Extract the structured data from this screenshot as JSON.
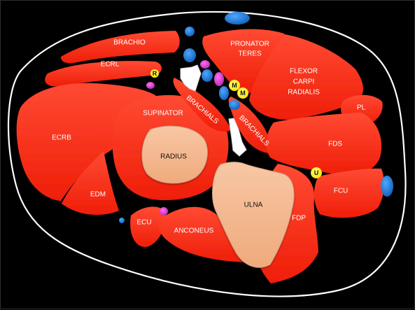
{
  "colors": {
    "background": "#000000",
    "outline": "#ffffff",
    "muscle": "#ff2b12",
    "bone": "#f3b68f",
    "vessel_blue": "#1f7fe0",
    "vessel_pink": "#d53ac8",
    "nerve_yellow": "#ffef00"
  },
  "labels": {
    "brachio": "BRACHIO",
    "ecrl": "ECRL",
    "pronator_teres": "PRONATOR\nTERES",
    "flexor_carpi_radialis": "FLEXOR\nCARPI\nRADIALIS",
    "pl": "PL",
    "supinator": "SUPINATOR",
    "ecrb": "ECRB",
    "radius": "RADIUS",
    "brachials_left": "BRACHIALS",
    "brachials_right": "BRACHIALS",
    "fds": "FDS",
    "edm": "EDM",
    "ecu": "ECU",
    "anconeus": "ANCONEUS",
    "ulna": "ULNA",
    "fdp": "FDP",
    "fcu": "FCU"
  },
  "markers": {
    "r": "R",
    "m1": "M",
    "m2": "M",
    "u": "U"
  },
  "icons": [
    "white-outline",
    "blue-vessel",
    "pink-vessel",
    "yellow-nerve-marker",
    "white-tendon-shape"
  ]
}
